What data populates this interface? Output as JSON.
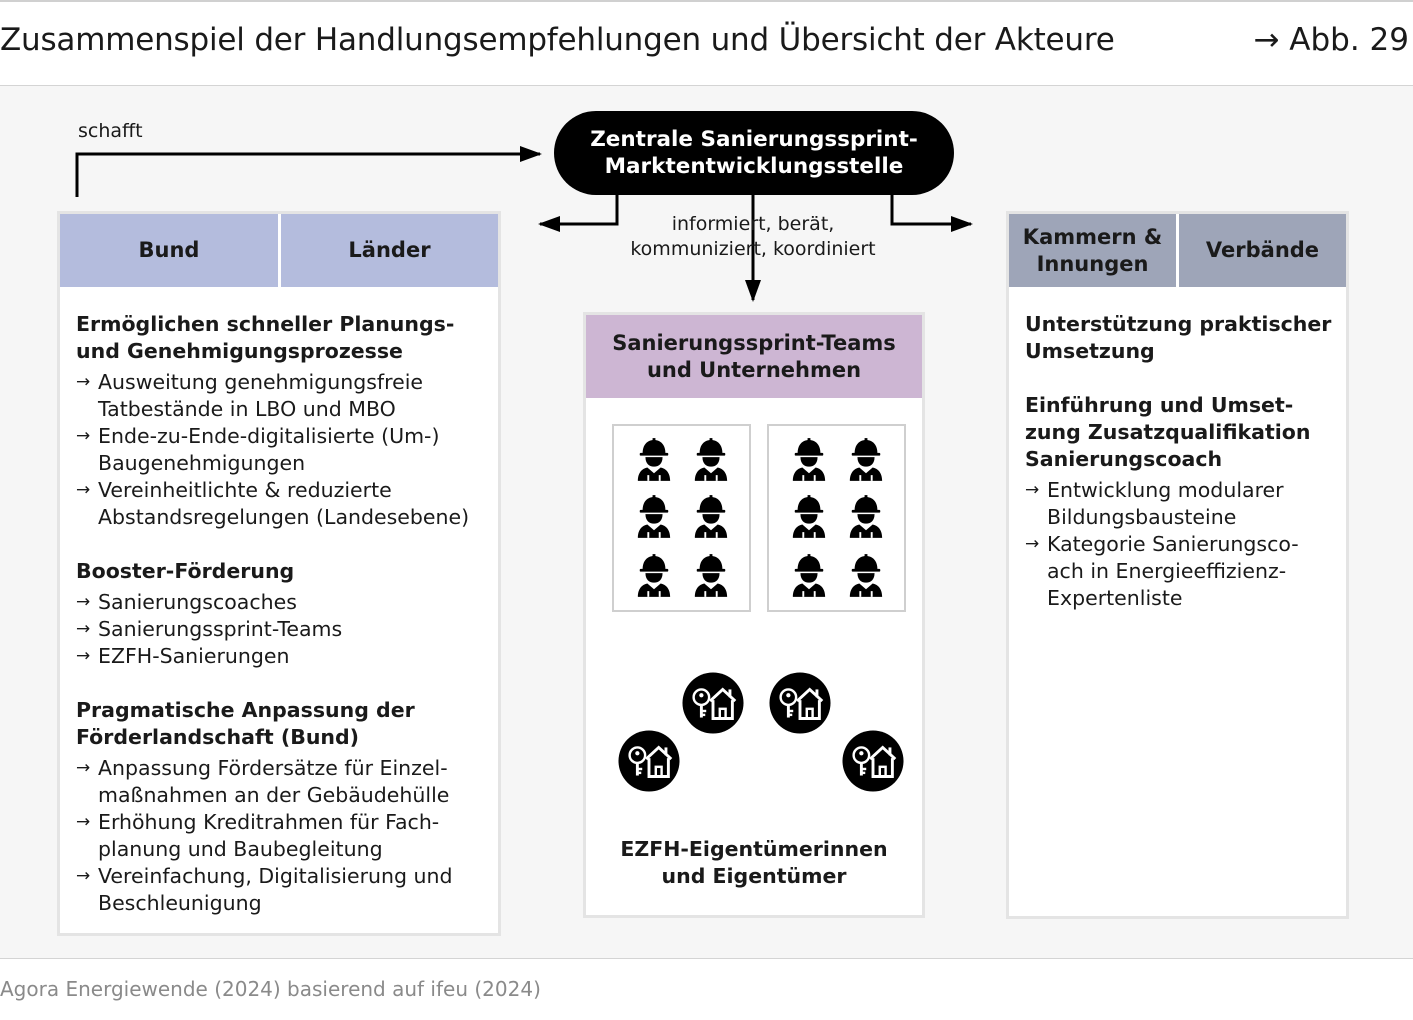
{
  "header": {
    "title": "Zusammenspiel der Handlungsempfehlungen und Übersicht der Akteure",
    "figure_ref": "→ Abb. 29"
  },
  "footer": {
    "source": "Agora Energiewende (2024) basierend auf ifeu (2024)"
  },
  "flow": {
    "creates_label": "schafft",
    "center_line1": "Zentrale Sanierungssprint-",
    "center_line2": "Marktentwicklungsstelle",
    "informs_line1": "informiert, berät,",
    "informs_line2": "kommuniziert, koordiniert"
  },
  "left": {
    "header1": "Bund",
    "header2": "Länder",
    "sections": [
      {
        "title_lines": [
          "Ermöglichen schneller Planungs-",
          "und Genehmigungsprozesse"
        ],
        "items": [
          [
            "Ausweitung genehmigungsfreie",
            "Tatbestände in LBO und MBO"
          ],
          [
            "Ende-zu-Ende-digitalisierte (Um-)",
            "Baugenehmigungen"
          ],
          [
            "Vereinheitlichte & reduzierte",
            "Abstandsregelungen (Landesebene)"
          ]
        ]
      },
      {
        "title_lines": [
          "Booster-Förderung"
        ],
        "items": [
          [
            "Sanierungscoaches"
          ],
          [
            "Sanierungssprint-Teams"
          ],
          [
            "EZFH-Sanierungen"
          ]
        ]
      },
      {
        "title_lines": [
          "Pragmatische Anpassung der",
          "Förderlandschaft (Bund)"
        ],
        "items": [
          [
            "Anpassung Fördersätze für Einzel-",
            "maßnahmen an der Gebäudehülle"
          ],
          [
            "Erhöhung Kreditrahmen für Fach-",
            "planung und Baubegleitung"
          ],
          [
            "Vereinfachung, Digitalisierung und",
            "Beschleunigung"
          ]
        ]
      }
    ]
  },
  "middle": {
    "header_line1": "Sanierungssprint-Teams",
    "header_line2": "und Unternehmen",
    "bottom_line1": "EZFH-Eigentümerinnen",
    "bottom_line2": "und Eigentümer",
    "icons": {
      "worker": "construction-worker-icon",
      "house": "house-key-icon"
    }
  },
  "right": {
    "header1_line1": "Kammern &",
    "header1_line2": "Innungen",
    "header2": "Verbände",
    "sections": [
      {
        "title_lines": [
          "Unterstützung praktischer",
          "Umsetzung"
        ],
        "items": []
      },
      {
        "title_lines": [
          "Einführung und Umset-",
          "zung Zusatzqualifikation",
          "Sanierungscoach"
        ],
        "items": [
          [
            "Entwicklung modularer",
            "Bildungsbausteine"
          ],
          [
            "Kategorie Sanierungsco-",
            "ach in Energieeffizienz-",
            "Expertenliste"
          ]
        ]
      }
    ]
  },
  "colors": {
    "bund_header": "#b4bcdd",
    "kammern_header": "#9ea5b8",
    "teams_header": "#cdb6d3",
    "center_pill": "#000000"
  }
}
